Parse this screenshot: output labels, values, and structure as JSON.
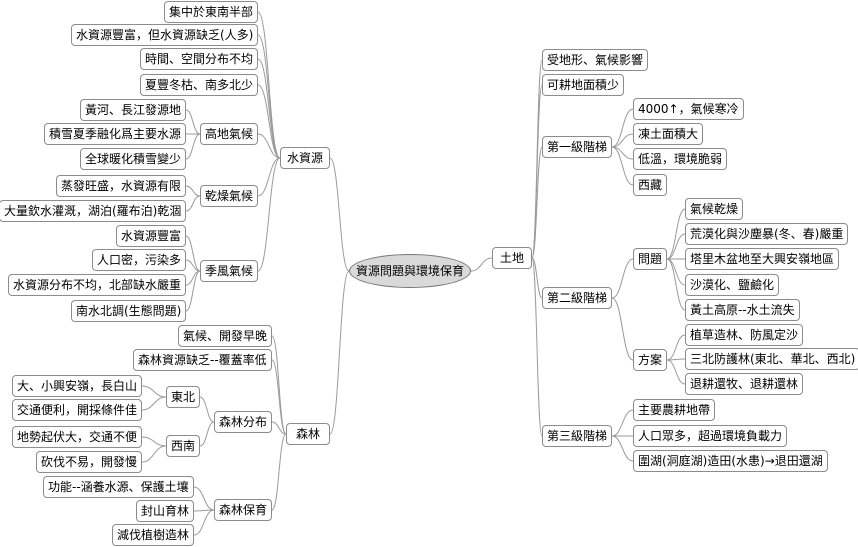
{
  "root": "資源問題與環境保育",
  "water": {
    "label": "水資源",
    "items": [
      "集中於東南半部",
      "水資源豐富，但水資源缺乏(人多)",
      "時間、空間分布不均",
      "夏豐冬枯、南多北少"
    ],
    "highland": {
      "label": "高地氣候",
      "items": [
        "黃河、長江發源地",
        "積雪夏季融化爲主要水源",
        "全球暖化積雪變少"
      ]
    },
    "arid": {
      "label": "乾燥氣候",
      "items": [
        "蒸發旺盛，水資源有限",
        "大量欽水灌溉，湖泊(羅布泊)乾涸"
      ]
    },
    "monsoon": {
      "label": "季風氣候",
      "items": [
        "水資源豐富",
        "人口密，污染多",
        "水資源分布不均，北部缺水嚴重",
        "南水北調(生態問題)"
      ]
    }
  },
  "forest": {
    "label": "森林",
    "items": [
      "氣候、開發早晚",
      "森林資源缺乏--覆蓋率低"
    ],
    "distribution": {
      "label": "森林分布",
      "northeast": {
        "label": "東北",
        "items": [
          "大、小興安嶺，長白山",
          "交通便利，開採條件佳"
        ]
      },
      "southwest": {
        "label": "西南",
        "items": [
          "地勢起伏大，交通不便",
          "砍伐不易，開發慢"
        ]
      }
    },
    "conservation": {
      "label": "森林保育",
      "items": [
        "功能--涵養水源、保護土壤",
        "封山育林",
        "減伐植樹造林"
      ]
    }
  },
  "land": {
    "label": "土地",
    "items": [
      "受地形、氣候影響",
      "可耕地面積少"
    ],
    "tier1": {
      "label": "第一級階梯",
      "items": [
        "4000↑，氣候寒冷",
        "凍土面積大",
        "低溫，環境脆弱",
        "西藏"
      ]
    },
    "tier2": {
      "label": "第二級階梯",
      "problems": {
        "label": "問題",
        "items": [
          "氣候乾燥",
          "荒漠化與沙塵暴(冬、春)嚴重",
          "塔里木盆地至大興安嶺地區",
          "沙漠化、鹽鹼化",
          "黃土高原--水土流失"
        ]
      },
      "solutions": {
        "label": "方案",
        "items": [
          "植草造林、防風定沙",
          "三北防護林(東北、華北、西北)",
          "退耕還牧、退耕還林"
        ]
      }
    },
    "tier3": {
      "label": "第三級階梯",
      "items": [
        "主要農耕地帶",
        "人口眾多，超過環境負載力",
        "圍湖(洞庭湖)造田(水患)→退田還湖"
      ]
    }
  }
}
